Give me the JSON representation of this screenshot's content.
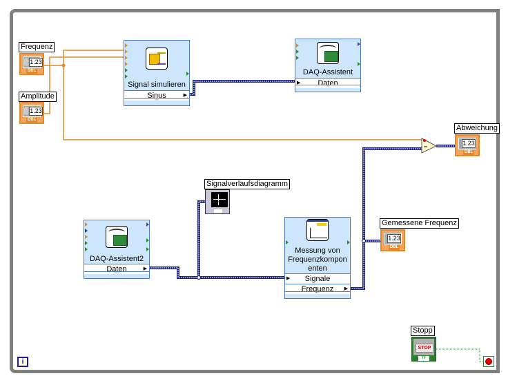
{
  "diagram": {
    "controls": [
      {
        "id": "frequenz",
        "label": "Frequenz",
        "value": "1.23",
        "type": "DBL"
      },
      {
        "id": "amplitude",
        "label": "Amplitude",
        "value": "1.23",
        "type": "DBL"
      }
    ],
    "indicators": [
      {
        "id": "abweichung",
        "label": "Abweichung",
        "value": "1.23",
        "type": "DBL"
      },
      {
        "id": "gemessene_frequenz",
        "label": "Gemessene Frequenz",
        "value": "1.23",
        "type": "DBL"
      }
    ],
    "express_vis": {
      "signal_simulieren": {
        "title": "Signal simulieren",
        "output": "Sinus"
      },
      "daq_assistent": {
        "title": "DAQ-Assistent",
        "input": "Daten"
      },
      "daq_assistent2": {
        "title": "DAQ-Assistent2",
        "output": "Daten"
      },
      "messung": {
        "title_lines": [
          "Messung von",
          "Frequenzkompon",
          "enten"
        ],
        "input": "Signale",
        "output": "Frequenz"
      }
    },
    "graph": {
      "label": "Signalverlaufsdiagramm"
    },
    "stop": {
      "label": "Stopp",
      "button_text": "STOP",
      "type": "TF"
    },
    "subtract": {
      "symbol": "−"
    },
    "info_icon": "i",
    "colors": {
      "numeric_wire": "#e08a2c",
      "dynamic_wire": "#1a237e",
      "boolean_wire": "#2a8a2a",
      "node_bg": "#cde6fb",
      "node_border": "#4a7bc8",
      "frame": "#808080",
      "stop_red": "#e00000"
    }
  }
}
